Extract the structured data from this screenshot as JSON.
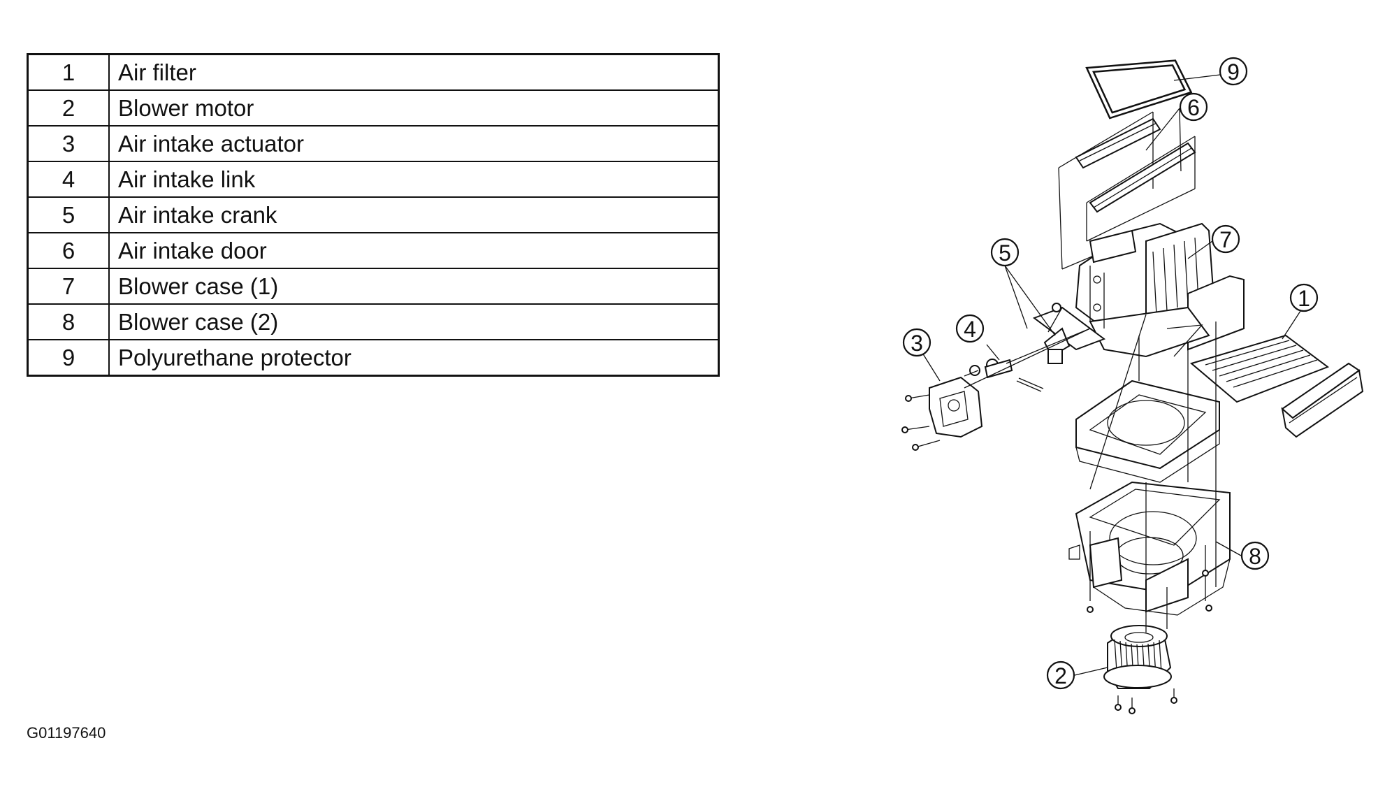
{
  "legend": {
    "rows": [
      {
        "num": "1",
        "label": "Air filter"
      },
      {
        "num": "2",
        "label": "Blower motor"
      },
      {
        "num": "3",
        "label": "Air intake actuator"
      },
      {
        "num": "4",
        "label": "Air intake link"
      },
      {
        "num": "5",
        "label": "Air intake crank"
      },
      {
        "num": "6",
        "label": "Air intake door"
      },
      {
        "num": "7",
        "label": "Blower case (1)"
      },
      {
        "num": "8",
        "label": "Blower case (2)"
      },
      {
        "num": "9",
        "label": "Polyurethane protector"
      }
    ]
  },
  "diagram": {
    "callouts": [
      "1",
      "2",
      "3",
      "4",
      "5",
      "6",
      "7",
      "8",
      "9"
    ]
  },
  "figure_id": "G01197640"
}
